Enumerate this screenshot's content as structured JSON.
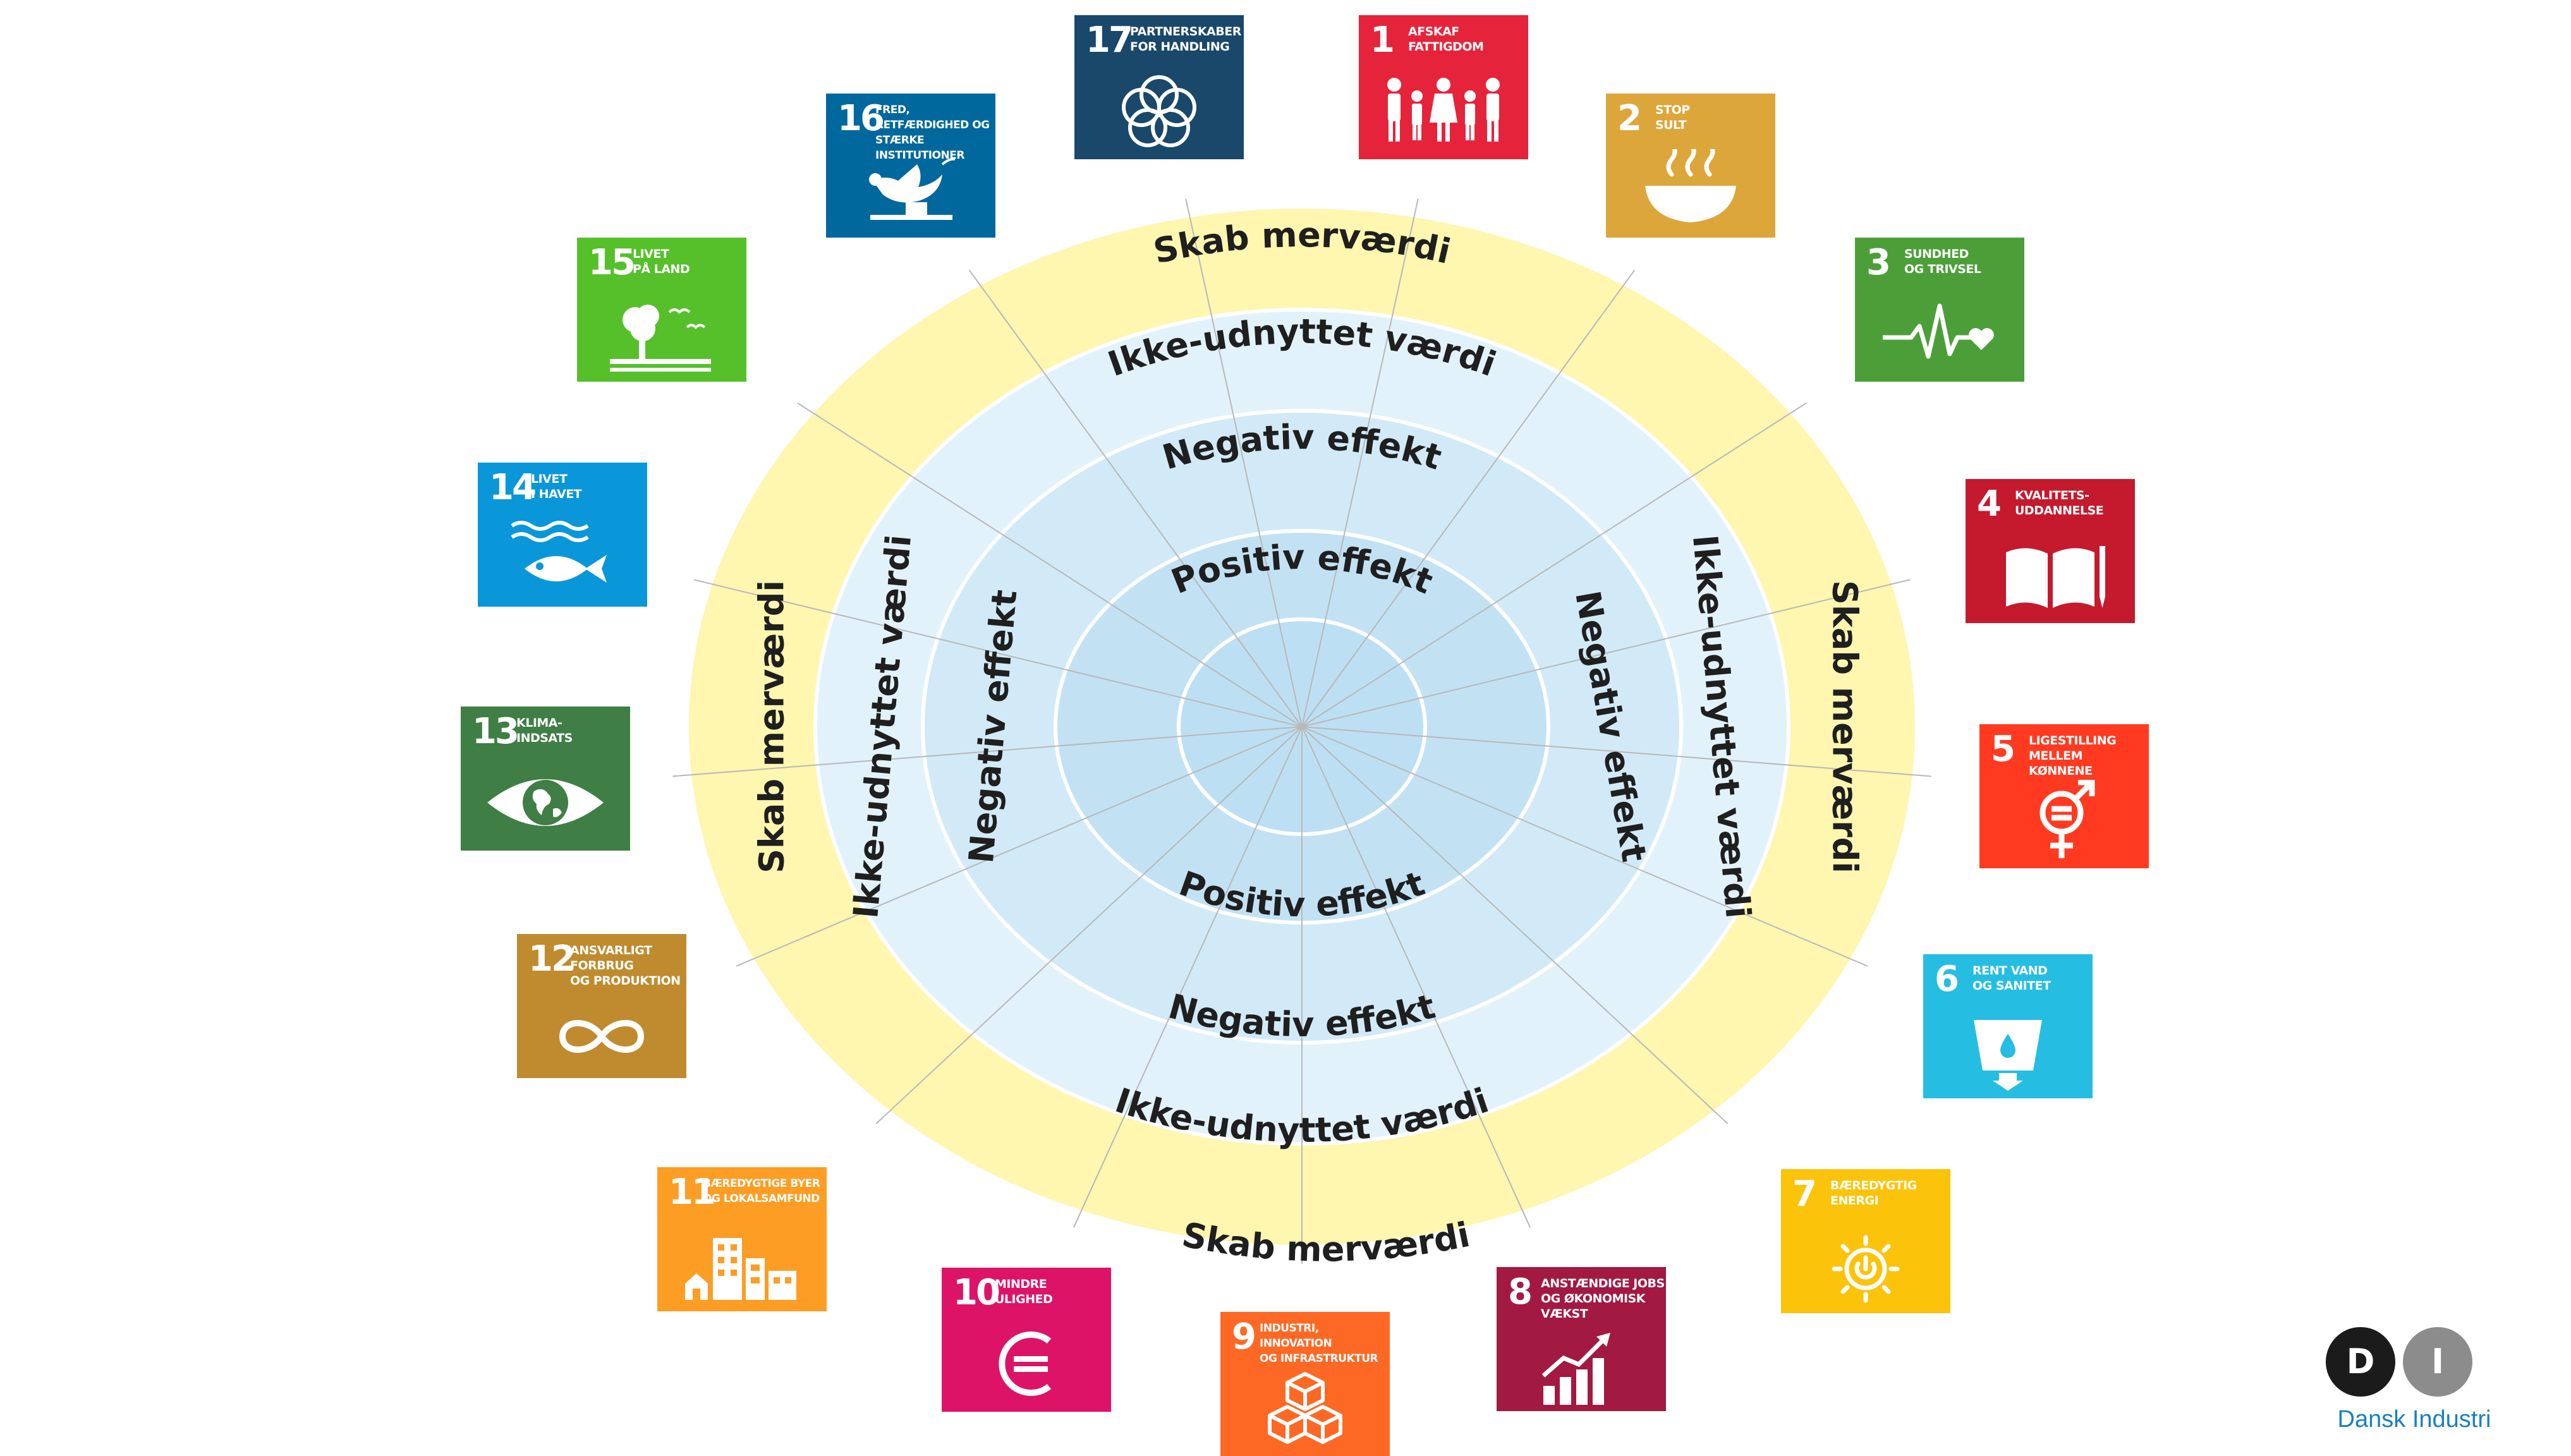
{
  "rings": {
    "outer": "Skab merværdi",
    "second": "Ikke-udnyttet værdi",
    "third": "Negativ effekt",
    "inner": "Positiv effekt"
  },
  "colors": {
    "outer_ring": "#fff6b0",
    "second_ring": "#e2f2fb",
    "third_ring": "#d2eaf7",
    "inner_ring": "#c2e2f4",
    "center": "#bddff3",
    "ring_border": "#ffffff",
    "spokes": "#b8b8b8"
  },
  "goals": [
    {
      "num": "1",
      "title": "AFSKAF\nFATTIGDOM",
      "color": "#e5243b",
      "icon": "family-icon"
    },
    {
      "num": "2",
      "title": "STOP\nSULT",
      "color": "#dda63a",
      "icon": "bowl-icon"
    },
    {
      "num": "3",
      "title": "SUNDHED\nOG TRIVSEL",
      "color": "#4c9f38",
      "icon": "heartbeat-icon"
    },
    {
      "num": "4",
      "title": "KVALITETS-\nUDDANNELSE",
      "color": "#c5192d",
      "icon": "book-icon"
    },
    {
      "num": "5",
      "title": "LIGESTILLING\nMELLEM KØNNENE",
      "color": "#ff3a21",
      "icon": "gender-icon"
    },
    {
      "num": "6",
      "title": "RENT VAND\nOG SANITET",
      "color": "#26bde2",
      "icon": "water-icon"
    },
    {
      "num": "7",
      "title": "BÆREDYGTIG\nENERGI",
      "color": "#fcc30b",
      "icon": "sun-icon"
    },
    {
      "num": "8",
      "title": "ANSTÆNDIGE JOBS\nOG ØKONOMISK\nVÆKST",
      "color": "#a21942",
      "icon": "growth-chart-icon"
    },
    {
      "num": "9",
      "title": "INDUSTRI, INNOVATION\nOG INFRASTRUKTUR",
      "color": "#fd6925",
      "icon": "cubes-icon"
    },
    {
      "num": "10",
      "title": "MINDRE\nULIGHED",
      "color": "#dd1367",
      "icon": "equality-icon"
    },
    {
      "num": "11",
      "title": "BÆREDYGTIGE BYER\nOG LOKALSAMFUND",
      "color": "#fd9d24",
      "icon": "city-icon"
    },
    {
      "num": "12",
      "title": "ANSVARLIGT\nFORBRUG\nOG PRODUKTION",
      "color": "#bf8b2e",
      "icon": "infinity-icon"
    },
    {
      "num": "13",
      "title": "KLIMA-\nINDSATS",
      "color": "#3f7e44",
      "icon": "eye-globe-icon"
    },
    {
      "num": "14",
      "title": "LIVET\nI HAVET",
      "color": "#0a97d9",
      "icon": "fish-icon"
    },
    {
      "num": "15",
      "title": "LIVET\nPÅ LAND",
      "color": "#56c02b",
      "icon": "tree-icon"
    },
    {
      "num": "16",
      "title": "FRED, RETFÆRDIGHED OG\nSTÆRKE INSTITUTIONER",
      "color": "#00689d",
      "icon": "dove-icon"
    },
    {
      "num": "17",
      "title": "PARTNERSKABER\nFOR HANDLING",
      "color": "#19486a",
      "icon": "rings-icon"
    }
  ],
  "logo": {
    "letters": [
      "D",
      "I"
    ],
    "name": "Dansk Industri",
    "color_d": "#1b1b1b",
    "color_i": "#8c8c8c",
    "color_name": "#1a7fc1"
  }
}
